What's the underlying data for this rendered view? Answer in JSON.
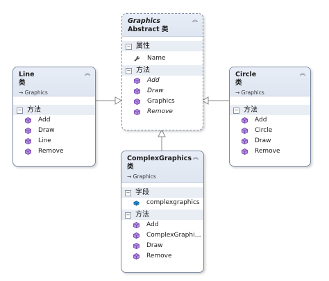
{
  "classes": {
    "graphics": {
      "name": "Graphics",
      "subtitle": "Abstract 类",
      "properties_header": "属性",
      "properties": [
        "Name"
      ],
      "methods_header": "方法",
      "methods": [
        "Add",
        "Draw",
        "Graphics",
        "Remove"
      ]
    },
    "line": {
      "name": "Line",
      "subtitle": "类",
      "base": "→ Graphics",
      "methods_header": "方法",
      "methods": [
        "Add",
        "Draw",
        "Line",
        "Remove"
      ]
    },
    "circle": {
      "name": "Circle",
      "subtitle": "类",
      "base": "→ Graphics",
      "methods_header": "方法",
      "methods": [
        "Add",
        "Circle",
        "Draw",
        "Remove"
      ]
    },
    "complex": {
      "name": "ComplexGraphics",
      "subtitle": "类",
      "base": "→ Graphics",
      "fields_header": "字段",
      "fields": [
        "complexgraphics"
      ],
      "methods_header": "方法",
      "methods": [
        "Add",
        "ComplexGraphi…",
        "Draw",
        "Remove"
      ]
    }
  },
  "icons": {
    "collapse": "double-chevron-up-icon",
    "toggle": "minus-toggle-icon",
    "property": "wrench-icon",
    "method": "method-cube-icon",
    "field": "field-icon"
  },
  "colors": {
    "border": "#7a8aa3",
    "header": "#e8edf6",
    "method_icon": "#8a5cc4",
    "field_icon": "#1e7fc0"
  }
}
